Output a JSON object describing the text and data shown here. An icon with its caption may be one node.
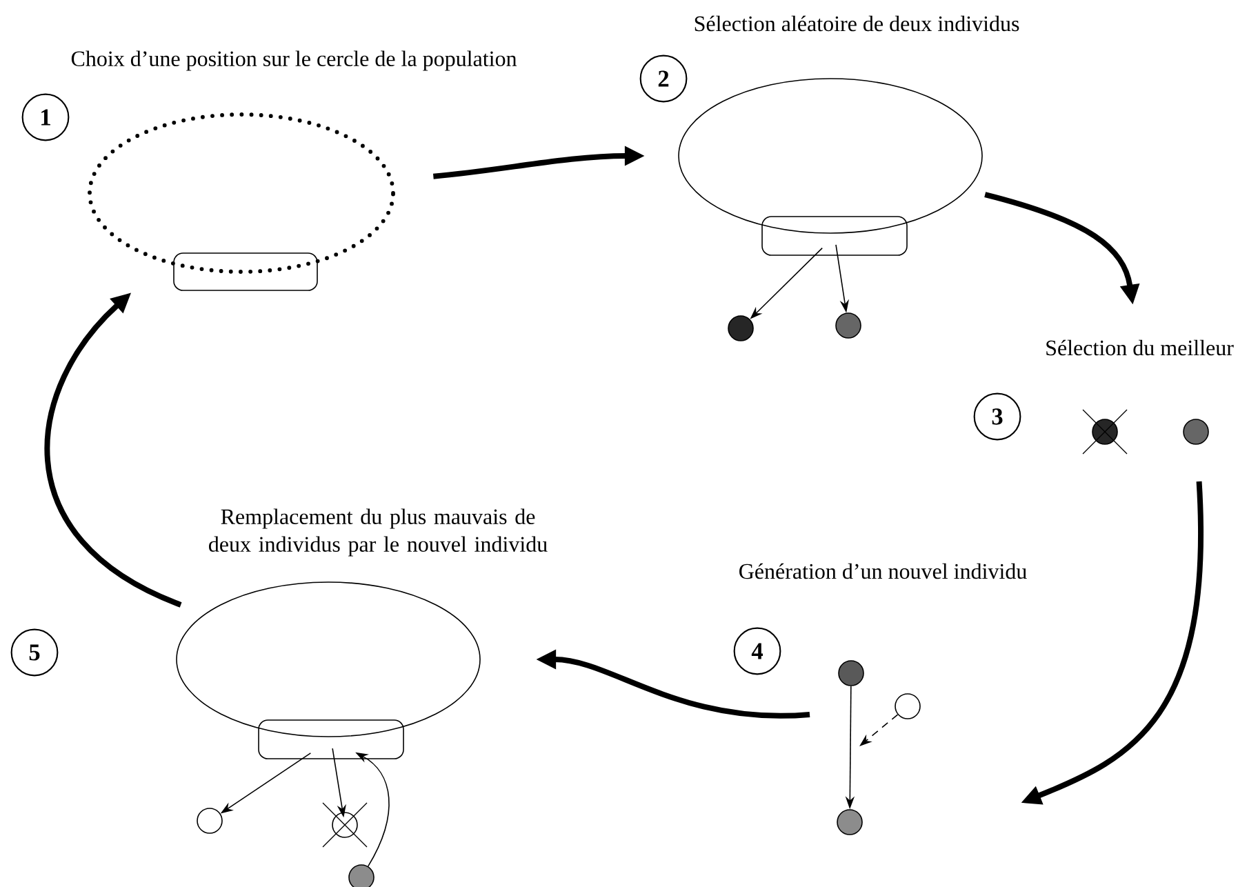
{
  "diagram": {
    "nodes": [
      {
        "text": [
          "Choix d’une position sur le cercle de la population"
        ]
      },
      {
        "text": [
          "1"
        ]
      },
      {
        "text": [],
        "shape": "ellipse"
      },
      {
        "text": [],
        "shape": "box"
      },
      {
        "text": [
          "Sélection aléatoire de deux individus"
        ]
      },
      {
        "text": [
          "2"
        ]
      },
      {
        "text": [],
        "shape": "ellipse"
      },
      {
        "text": [],
        "shape": "box"
      },
      {
        "text": [],
        "shape": "circle"
      },
      {
        "text": [],
        "shape": "circle"
      },
      {
        "text": [
          "Sélection du meilleur"
        ]
      },
      {
        "text": [
          "3"
        ]
      },
      {
        "text": [],
        "shape": "circle"
      },
      {
        "text": [],
        "shape": "circle"
      },
      {
        "text": [
          "Remplacement du plus mauvais de deux individus par le nouvel individu"
        ]
      },
      {
        "text": [
          "Génération d’un nouvel individu"
        ]
      },
      {
        "text": [
          "5"
        ]
      },
      {
        "text": [
          "4"
        ]
      },
      {
        "text": [],
        "shape": "ellipse"
      },
      {
        "text": [],
        "shape": "box"
      },
      {
        "text": [],
        "shape": "circle"
      },
      {
        "text": [],
        "shape": "circle"
      },
      {
        "text": [],
        "shape": "circle"
      },
      {
        "text": [],
        "shape": "circle"
      },
      {
        "text": [],
        "shape": "circle"
      },
      {
        "text": [],
        "shape": "circle"
      }
    ],
    "edges": [
      {
        "from": 2,
        "to": 6,
        "arrow": "to",
        "style": "thick"
      },
      {
        "from": 6,
        "to": 10,
        "arrow": "to",
        "style": "thick"
      },
      {
        "from": 13,
        "to": null,
        "arrow": "to",
        "style": "thick"
      },
      {
        "from": null,
        "to": 18,
        "arrow": "to",
        "style": "thick"
      },
      {
        "from": 18,
        "to": 2,
        "arrow": "to",
        "style": "thick"
      },
      {
        "from": 7,
        "to": 8,
        "arrow": "to"
      },
      {
        "from": 7,
        "to": 9,
        "arrow": "to"
      },
      {
        "from": 23,
        "to": 25,
        "arrow": "to"
      },
      {
        "from": 24,
        "to": null,
        "arrow": "to",
        "style": "dashed"
      },
      {
        "from": 19,
        "to": 20,
        "arrow": "to"
      },
      {
        "from": 19,
        "to": 21,
        "arrow": "to"
      },
      {
        "from": 22,
        "to": 19,
        "arrow": "to"
      }
    ]
  }
}
